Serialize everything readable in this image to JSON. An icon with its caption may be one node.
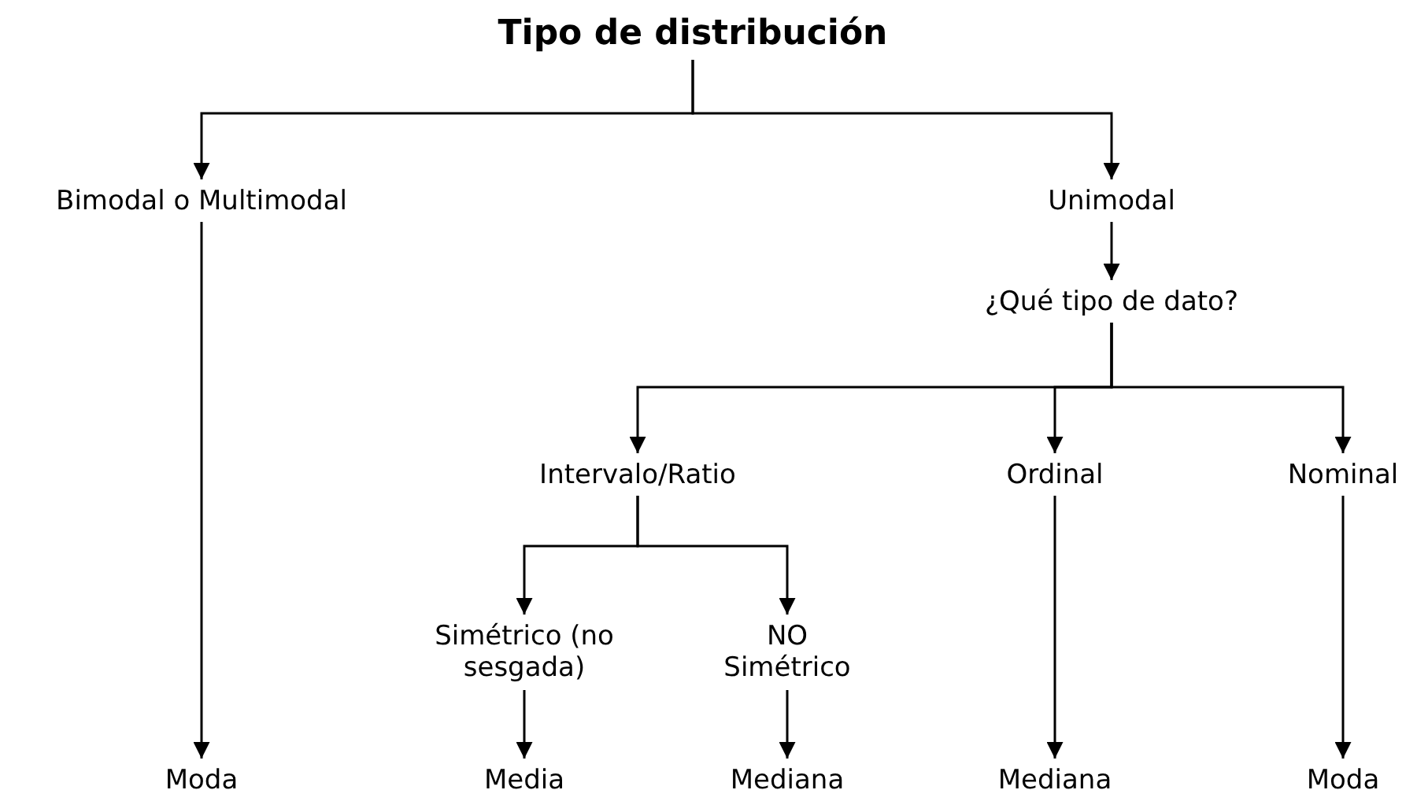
{
  "diagram": {
    "nodes": [
      {
        "text": [
          "Tipo de distribución"
        ]
      },
      {
        "text": [
          "Bimodal o Multimodal"
        ]
      },
      {
        "text": [
          "Unimodal"
        ]
      },
      {
        "text": [
          "¿Qué tipo de dato?"
        ]
      },
      {
        "text": [
          "Intervalo/Ratio"
        ]
      },
      {
        "text": [
          "Ordinal"
        ]
      },
      {
        "text": [
          "Nominal"
        ]
      },
      {
        "text": [
          "Simétrico (no sesgada)"
        ]
      },
      {
        "text": [
          "NO Simétrico"
        ]
      },
      {
        "text": [
          "Moda"
        ]
      },
      {
        "text": [
          "Media"
        ]
      },
      {
        "text": [
          "Mediana"
        ]
      },
      {
        "text": [
          "Mediana"
        ]
      },
      {
        "text": [
          "Moda"
        ]
      }
    ],
    "edges": [
      {
        "from": 0,
        "to": 1,
        "arrow": "to"
      },
      {
        "from": 0,
        "to": 2,
        "arrow": "to"
      },
      {
        "from": 1,
        "to": 9,
        "arrow": "to"
      },
      {
        "from": 2,
        "to": 3,
        "arrow": "to"
      },
      {
        "from": 3,
        "to": 4,
        "arrow": "to"
      },
      {
        "from": 3,
        "to": 5,
        "arrow": "to"
      },
      {
        "from": 3,
        "to": 6,
        "arrow": "to"
      },
      {
        "from": 4,
        "to": 7,
        "arrow": "to"
      },
      {
        "from": 4,
        "to": 8,
        "arrow": "to"
      },
      {
        "from": 7,
        "to": 10,
        "arrow": "to"
      },
      {
        "from": 8,
        "to": 11,
        "arrow": "to"
      },
      {
        "from": 5,
        "to": 12,
        "arrow": "to"
      },
      {
        "from": 6,
        "to": 13,
        "arrow": "to"
      }
    ]
  }
}
